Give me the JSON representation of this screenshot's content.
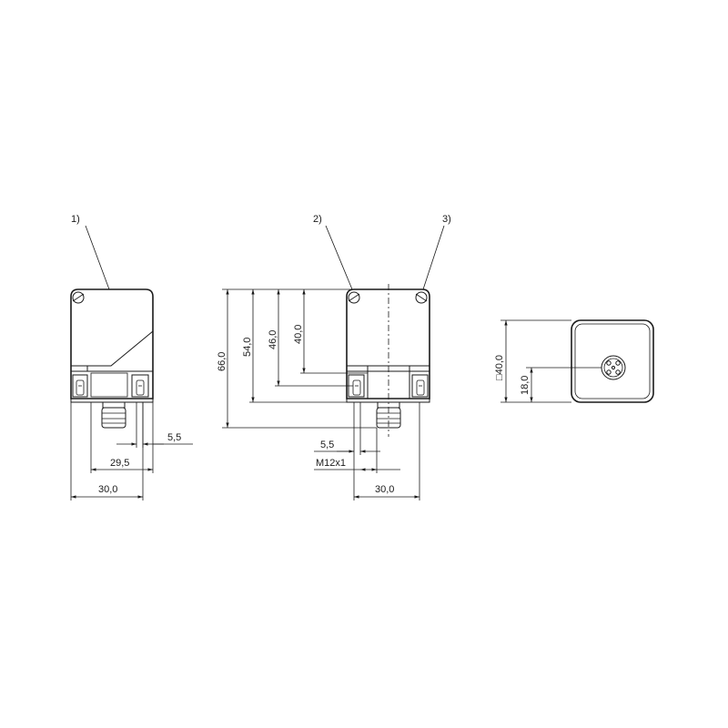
{
  "callouts": {
    "c1": "1)",
    "c2": "2)",
    "c3": "3)"
  },
  "dims": {
    "left_5_5": "5,5",
    "left_29_5": "29,5",
    "left_30_0": "30,0",
    "mid_66_0": "66,0",
    "mid_54_0": "54,0",
    "mid_46_0": "46,0",
    "mid_40_0": "40,0",
    "mid_5_5": "5,5",
    "mid_m12": "M12x1",
    "mid_30_0": "30,0",
    "right_sq40": "□40,0",
    "right_18_0": "18,0"
  }
}
